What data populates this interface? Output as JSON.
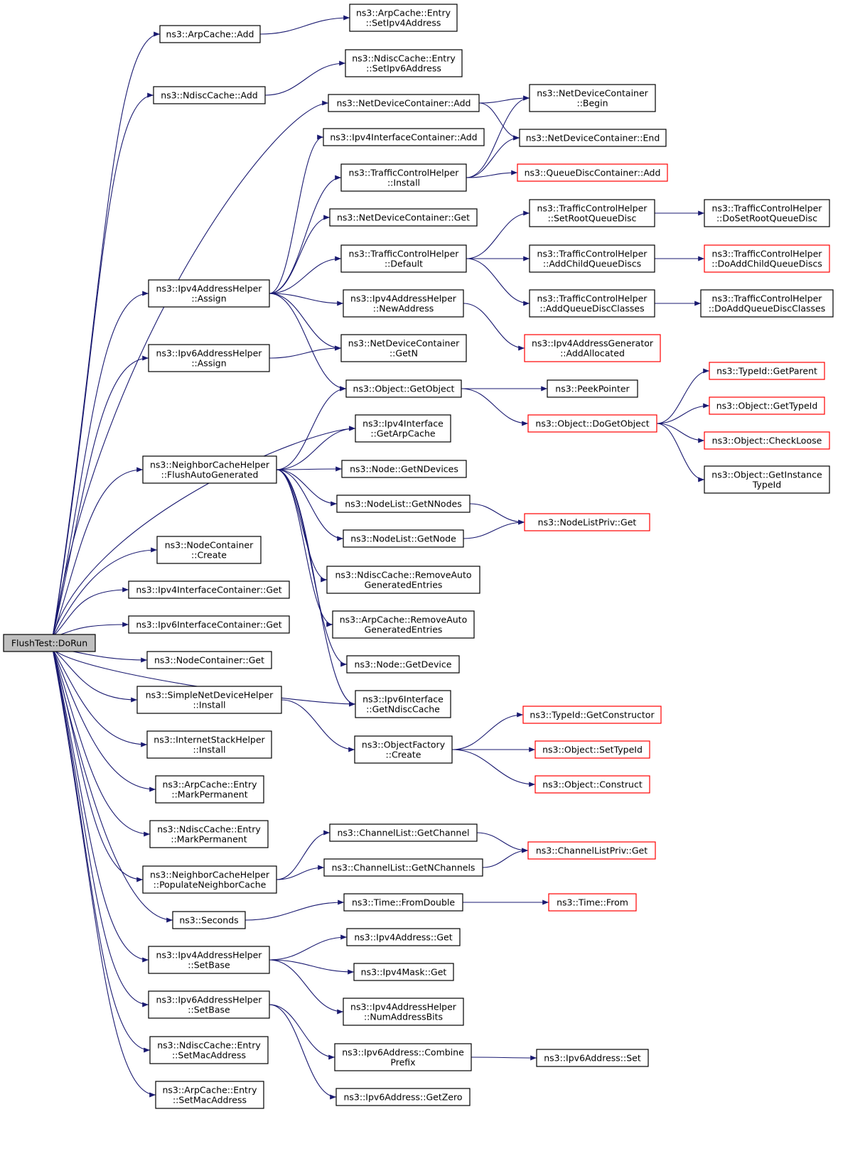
{
  "title": "",
  "colors": {
    "edge": "#191970",
    "node_border": "#000000",
    "external_border": "#ff0000",
    "root_fill": "#bfbfbf"
  },
  "nodes": [
    {
      "id": "root",
      "lines": [
        "FlushTest::DoRun"
      ],
      "style": "root"
    },
    {
      "id": "arp_add",
      "lines": [
        "ns3::ArpCache::Add"
      ]
    },
    {
      "id": "arp_entry_setip",
      "lines": [
        "ns3::ArpCache::Entry",
        "::SetIpv4Address"
      ]
    },
    {
      "id": "nd_add",
      "lines": [
        "ns3::NdiscCache::Add"
      ]
    },
    {
      "id": "nd_entry_setip",
      "lines": [
        "ns3::NdiscCache::Entry",
        "::SetIpv6Address"
      ]
    },
    {
      "id": "ndc_add",
      "lines": [
        "ns3::NetDeviceContainer::Add"
      ]
    },
    {
      "id": "ndc_begin",
      "lines": [
        "ns3::NetDeviceContainer",
        "::Begin"
      ]
    },
    {
      "id": "ndc_end",
      "lines": [
        "ns3::NetDeviceContainer::End"
      ]
    },
    {
      "id": "ipv4ic_add",
      "lines": [
        "ns3::Ipv4InterfaceContainer::Add"
      ]
    },
    {
      "id": "tch_install",
      "lines": [
        "ns3::TrafficControlHelper",
        "::Install"
      ]
    },
    {
      "id": "qdc_add",
      "lines": [
        "ns3::QueueDiscContainer::Add"
      ],
      "style": "red"
    },
    {
      "id": "ndc_get",
      "lines": [
        "ns3::NetDeviceContainer::Get"
      ]
    },
    {
      "id": "tch_setroot",
      "lines": [
        "ns3::TrafficControlHelper",
        "::SetRootQueueDisc"
      ]
    },
    {
      "id": "tch_dosetroot",
      "lines": [
        "ns3::TrafficControlHelper",
        "::DoSetRootQueueDisc"
      ]
    },
    {
      "id": "tch_default",
      "lines": [
        "ns3::TrafficControlHelper",
        "::Default"
      ]
    },
    {
      "id": "tch_addchild",
      "lines": [
        "ns3::TrafficControlHelper",
        "::AddChildQueueDiscs"
      ]
    },
    {
      "id": "tch_doaddchild",
      "lines": [
        "ns3::TrafficControlHelper",
        "::DoAddChildQueueDiscs"
      ],
      "style": "red"
    },
    {
      "id": "ipv4ah_assign",
      "lines": [
        "ns3::Ipv4AddressHelper",
        "::Assign"
      ]
    },
    {
      "id": "ipv4ah_newaddr",
      "lines": [
        "ns3::Ipv4AddressHelper",
        "::NewAddress"
      ]
    },
    {
      "id": "tch_addqdclasses",
      "lines": [
        "ns3::TrafficControlHelper",
        "::AddQueueDiscClasses"
      ]
    },
    {
      "id": "tch_doaddqdclasses",
      "lines": [
        "ns3::TrafficControlHelper",
        "::DoAddQueueDiscClasses"
      ]
    },
    {
      "id": "ipv4ag_addalloc",
      "lines": [
        "ns3::Ipv4AddressGenerator",
        "::AddAllocated"
      ],
      "style": "red"
    },
    {
      "id": "ipv6ah_assign",
      "lines": [
        "ns3::Ipv6AddressHelper",
        "::Assign"
      ]
    },
    {
      "id": "ndc_getn",
      "lines": [
        "ns3::NetDeviceContainer",
        "::GetN"
      ]
    },
    {
      "id": "obj_getobject",
      "lines": [
        "ns3::Object::GetObject"
      ]
    },
    {
      "id": "peekpointer",
      "lines": [
        "ns3::PeekPointer"
      ]
    },
    {
      "id": "typeid_getparent",
      "lines": [
        "ns3::TypeId::GetParent"
      ],
      "style": "red"
    },
    {
      "id": "obj_dogetobject",
      "lines": [
        "ns3::Object::DoGetObject"
      ],
      "style": "red"
    },
    {
      "id": "obj_gettypeid",
      "lines": [
        "ns3::Object::GetTypeId"
      ],
      "style": "red"
    },
    {
      "id": "ipv4if_getarp",
      "lines": [
        "ns3::Ipv4Interface",
        "::GetArpCache"
      ]
    },
    {
      "id": "obj_checkloose",
      "lines": [
        "ns3::Object::CheckLoose"
      ],
      "style": "red"
    },
    {
      "id": "nch_flush",
      "lines": [
        "ns3::NeighborCacheHelper",
        "::FlushAutoGenerated"
      ]
    },
    {
      "id": "node_getndev",
      "lines": [
        "ns3::Node::GetNDevices"
      ]
    },
    {
      "id": "obj_getinsttypeid",
      "lines": [
        "ns3::Object::GetInstance",
        "TypeId"
      ]
    },
    {
      "id": "nodelist_getnnodes",
      "lines": [
        "ns3::NodeList::GetNNodes"
      ]
    },
    {
      "id": "nodelistpriv_get",
      "lines": [
        "ns3::NodeListPriv::Get"
      ],
      "style": "red"
    },
    {
      "id": "nodelist_getnode",
      "lines": [
        "ns3::NodeList::GetNode"
      ]
    },
    {
      "id": "nc_create",
      "lines": [
        "ns3::NodeContainer",
        "::Create"
      ]
    },
    {
      "id": "nd_removeauto",
      "lines": [
        "ns3::NdiscCache::RemoveAuto",
        "GeneratedEntries"
      ]
    },
    {
      "id": "ipv4ic_get",
      "lines": [
        "ns3::Ipv4InterfaceContainer::Get"
      ]
    },
    {
      "id": "arp_removeauto",
      "lines": [
        "ns3::ArpCache::RemoveAuto",
        "GeneratedEntries"
      ]
    },
    {
      "id": "ipv6ic_get",
      "lines": [
        "ns3::Ipv6InterfaceContainer::Get"
      ]
    },
    {
      "id": "nc_get",
      "lines": [
        "ns3::NodeContainer::Get"
      ]
    },
    {
      "id": "node_getdevice",
      "lines": [
        "ns3::Node::GetDevice"
      ]
    },
    {
      "id": "sndh_install",
      "lines": [
        "ns3::SimpleNetDeviceHelper",
        "::Install"
      ]
    },
    {
      "id": "ipv6if_getnd",
      "lines": [
        "ns3::Ipv6Interface",
        "::GetNdiscCache"
      ]
    },
    {
      "id": "typeid_getctor",
      "lines": [
        "ns3::TypeId::GetConstructor"
      ],
      "style": "red"
    },
    {
      "id": "ish_install",
      "lines": [
        "ns3::InternetStackHelper",
        "::Install"
      ]
    },
    {
      "id": "of_create",
      "lines": [
        "ns3::ObjectFactory",
        "::Create"
      ]
    },
    {
      "id": "obj_settypeid",
      "lines": [
        "ns3::Object::SetTypeId"
      ],
      "style": "red"
    },
    {
      "id": "arp_entry_markperm",
      "lines": [
        "ns3::ArpCache::Entry",
        "::MarkPermanent"
      ]
    },
    {
      "id": "obj_construct",
      "lines": [
        "ns3::Object::Construct"
      ],
      "style": "red"
    },
    {
      "id": "nd_entry_markperm",
      "lines": [
        "ns3::NdiscCache::Entry",
        "::MarkPermanent"
      ]
    },
    {
      "id": "chl_getchannel",
      "lines": [
        "ns3::ChannelList::GetChannel"
      ]
    },
    {
      "id": "chlpriv_get",
      "lines": [
        "ns3::ChannelListPriv::Get"
      ],
      "style": "red"
    },
    {
      "id": "nch_populate",
      "lines": [
        "ns3::NeighborCacheHelper",
        "::PopulateNeighborCache"
      ]
    },
    {
      "id": "chl_getnchannels",
      "lines": [
        "ns3::ChannelList::GetNChannels"
      ]
    },
    {
      "id": "time_fromdouble",
      "lines": [
        "ns3::Time::FromDouble"
      ]
    },
    {
      "id": "time_from",
      "lines": [
        "ns3::Time::From"
      ],
      "style": "red"
    },
    {
      "id": "seconds",
      "lines": [
        "ns3::Seconds"
      ]
    },
    {
      "id": "ipv4addr_get",
      "lines": [
        "ns3::Ipv4Address::Get"
      ]
    },
    {
      "id": "ipv4ah_setbase",
      "lines": [
        "ns3::Ipv4AddressHelper",
        "::SetBase"
      ]
    },
    {
      "id": "ipv4mask_get",
      "lines": [
        "ns3::Ipv4Mask::Get"
      ]
    },
    {
      "id": "ipv4ah_numaddrbits",
      "lines": [
        "ns3::Ipv4AddressHelper",
        "::NumAddressBits"
      ]
    },
    {
      "id": "ipv6ah_setbase",
      "lines": [
        "ns3::Ipv6AddressHelper",
        "::SetBase"
      ]
    },
    {
      "id": "ipv6addr_combine",
      "lines": [
        "ns3::Ipv6Address::Combine",
        "Prefix"
      ]
    },
    {
      "id": "ipv6addr_set",
      "lines": [
        "ns3::Ipv6Address::Set"
      ]
    },
    {
      "id": "nd_entry_setmac",
      "lines": [
        "ns3::NdiscCache::Entry",
        "::SetMacAddress"
      ]
    },
    {
      "id": "ipv6addr_getzero",
      "lines": [
        "ns3::Ipv6Address::GetZero"
      ]
    },
    {
      "id": "arp_entry_setmac",
      "lines": [
        "ns3::ArpCache::Entry",
        "::SetMacAddress"
      ]
    }
  ],
  "edges": [
    [
      "root",
      "arp_add"
    ],
    [
      "root",
      "nd_add"
    ],
    [
      "root",
      "ndc_add"
    ],
    [
      "root",
      "ipv4ah_assign"
    ],
    [
      "root",
      "ipv6ah_assign"
    ],
    [
      "root",
      "ipv4if_getarp"
    ],
    [
      "root",
      "nch_flush"
    ],
    [
      "root",
      "ipv6if_getnd"
    ],
    [
      "root",
      "nc_create"
    ],
    [
      "root",
      "ipv4ic_get"
    ],
    [
      "root",
      "ipv6ic_get"
    ],
    [
      "root",
      "nc_get"
    ],
    [
      "root",
      "sndh_install"
    ],
    [
      "root",
      "ish_install"
    ],
    [
      "root",
      "arp_entry_markperm"
    ],
    [
      "root",
      "nd_entry_markperm"
    ],
    [
      "root",
      "nch_populate"
    ],
    [
      "root",
      "seconds"
    ],
    [
      "root",
      "ipv4ah_setbase"
    ],
    [
      "root",
      "ipv6ah_setbase"
    ],
    [
      "root",
      "nd_entry_setmac"
    ],
    [
      "root",
      "arp_entry_setmac"
    ],
    [
      "arp_add",
      "arp_entry_setip"
    ],
    [
      "nd_add",
      "nd_entry_setip"
    ],
    [
      "ndc_add",
      "ndc_begin"
    ],
    [
      "ndc_add",
      "ndc_end"
    ],
    [
      "tch_install",
      "ndc_begin"
    ],
    [
      "tch_install",
      "ndc_end"
    ],
    [
      "tch_install",
      "qdc_add"
    ],
    [
      "tch_default",
      "tch_setroot"
    ],
    [
      "tch_default",
      "tch_addchild"
    ],
    [
      "tch_default",
      "tch_addqdclasses"
    ],
    [
      "tch_setroot",
      "tch_dosetroot"
    ],
    [
      "tch_addchild",
      "tch_doaddchild"
    ],
    [
      "tch_addqdclasses",
      "tch_doaddqdclasses"
    ],
    [
      "ipv4ah_assign",
      "ipv4ic_add"
    ],
    [
      "ipv4ah_assign",
      "tch_install"
    ],
    [
      "ipv4ah_assign",
      "ndc_get"
    ],
    [
      "ipv4ah_assign",
      "tch_default"
    ],
    [
      "ipv4ah_assign",
      "ipv4ah_newaddr"
    ],
    [
      "ipv4ah_assign",
      "ndc_getn"
    ],
    [
      "ipv4ah_assign",
      "obj_getobject"
    ],
    [
      "ipv4ah_newaddr",
      "ipv4ag_addalloc"
    ],
    [
      "ipv6ah_assign",
      "ndc_getn"
    ],
    [
      "obj_getobject",
      "peekpointer"
    ],
    [
      "obj_getobject",
      "obj_dogetobject"
    ],
    [
      "obj_dogetobject",
      "typeid_getparent"
    ],
    [
      "obj_dogetobject",
      "obj_gettypeid"
    ],
    [
      "obj_dogetobject",
      "obj_checkloose"
    ],
    [
      "obj_dogetobject",
      "obj_getinsttypeid"
    ],
    [
      "nch_flush",
      "obj_getobject"
    ],
    [
      "nch_flush",
      "ipv4if_getarp"
    ],
    [
      "nch_flush",
      "node_getndev"
    ],
    [
      "nch_flush",
      "nodelist_getnnodes"
    ],
    [
      "nch_flush",
      "nodelist_getnode"
    ],
    [
      "nch_flush",
      "nd_removeauto"
    ],
    [
      "nch_flush",
      "arp_removeauto"
    ],
    [
      "nch_flush",
      "node_getdevice"
    ],
    [
      "nch_flush",
      "ipv6if_getnd"
    ],
    [
      "nodelist_getnnodes",
      "nodelistpriv_get"
    ],
    [
      "nodelist_getnode",
      "nodelistpriv_get"
    ],
    [
      "sndh_install",
      "of_create"
    ],
    [
      "of_create",
      "typeid_getctor"
    ],
    [
      "of_create",
      "obj_settypeid"
    ],
    [
      "of_create",
      "obj_construct"
    ],
    [
      "nch_populate",
      "chl_getchannel"
    ],
    [
      "nch_populate",
      "chl_getnchannels"
    ],
    [
      "chl_getchannel",
      "chlpriv_get"
    ],
    [
      "chl_getnchannels",
      "chlpriv_get"
    ],
    [
      "seconds",
      "time_fromdouble"
    ],
    [
      "time_fromdouble",
      "time_from"
    ],
    [
      "ipv4ah_setbase",
      "ipv4addr_get"
    ],
    [
      "ipv4ah_setbase",
      "ipv4mask_get"
    ],
    [
      "ipv4ah_setbase",
      "ipv4ah_numaddrbits"
    ],
    [
      "ipv6ah_setbase",
      "ipv6addr_combine"
    ],
    [
      "ipv6ah_setbase",
      "ipv6addr_getzero"
    ],
    [
      "ipv6addr_combine",
      "ipv6addr_set"
    ]
  ]
}
